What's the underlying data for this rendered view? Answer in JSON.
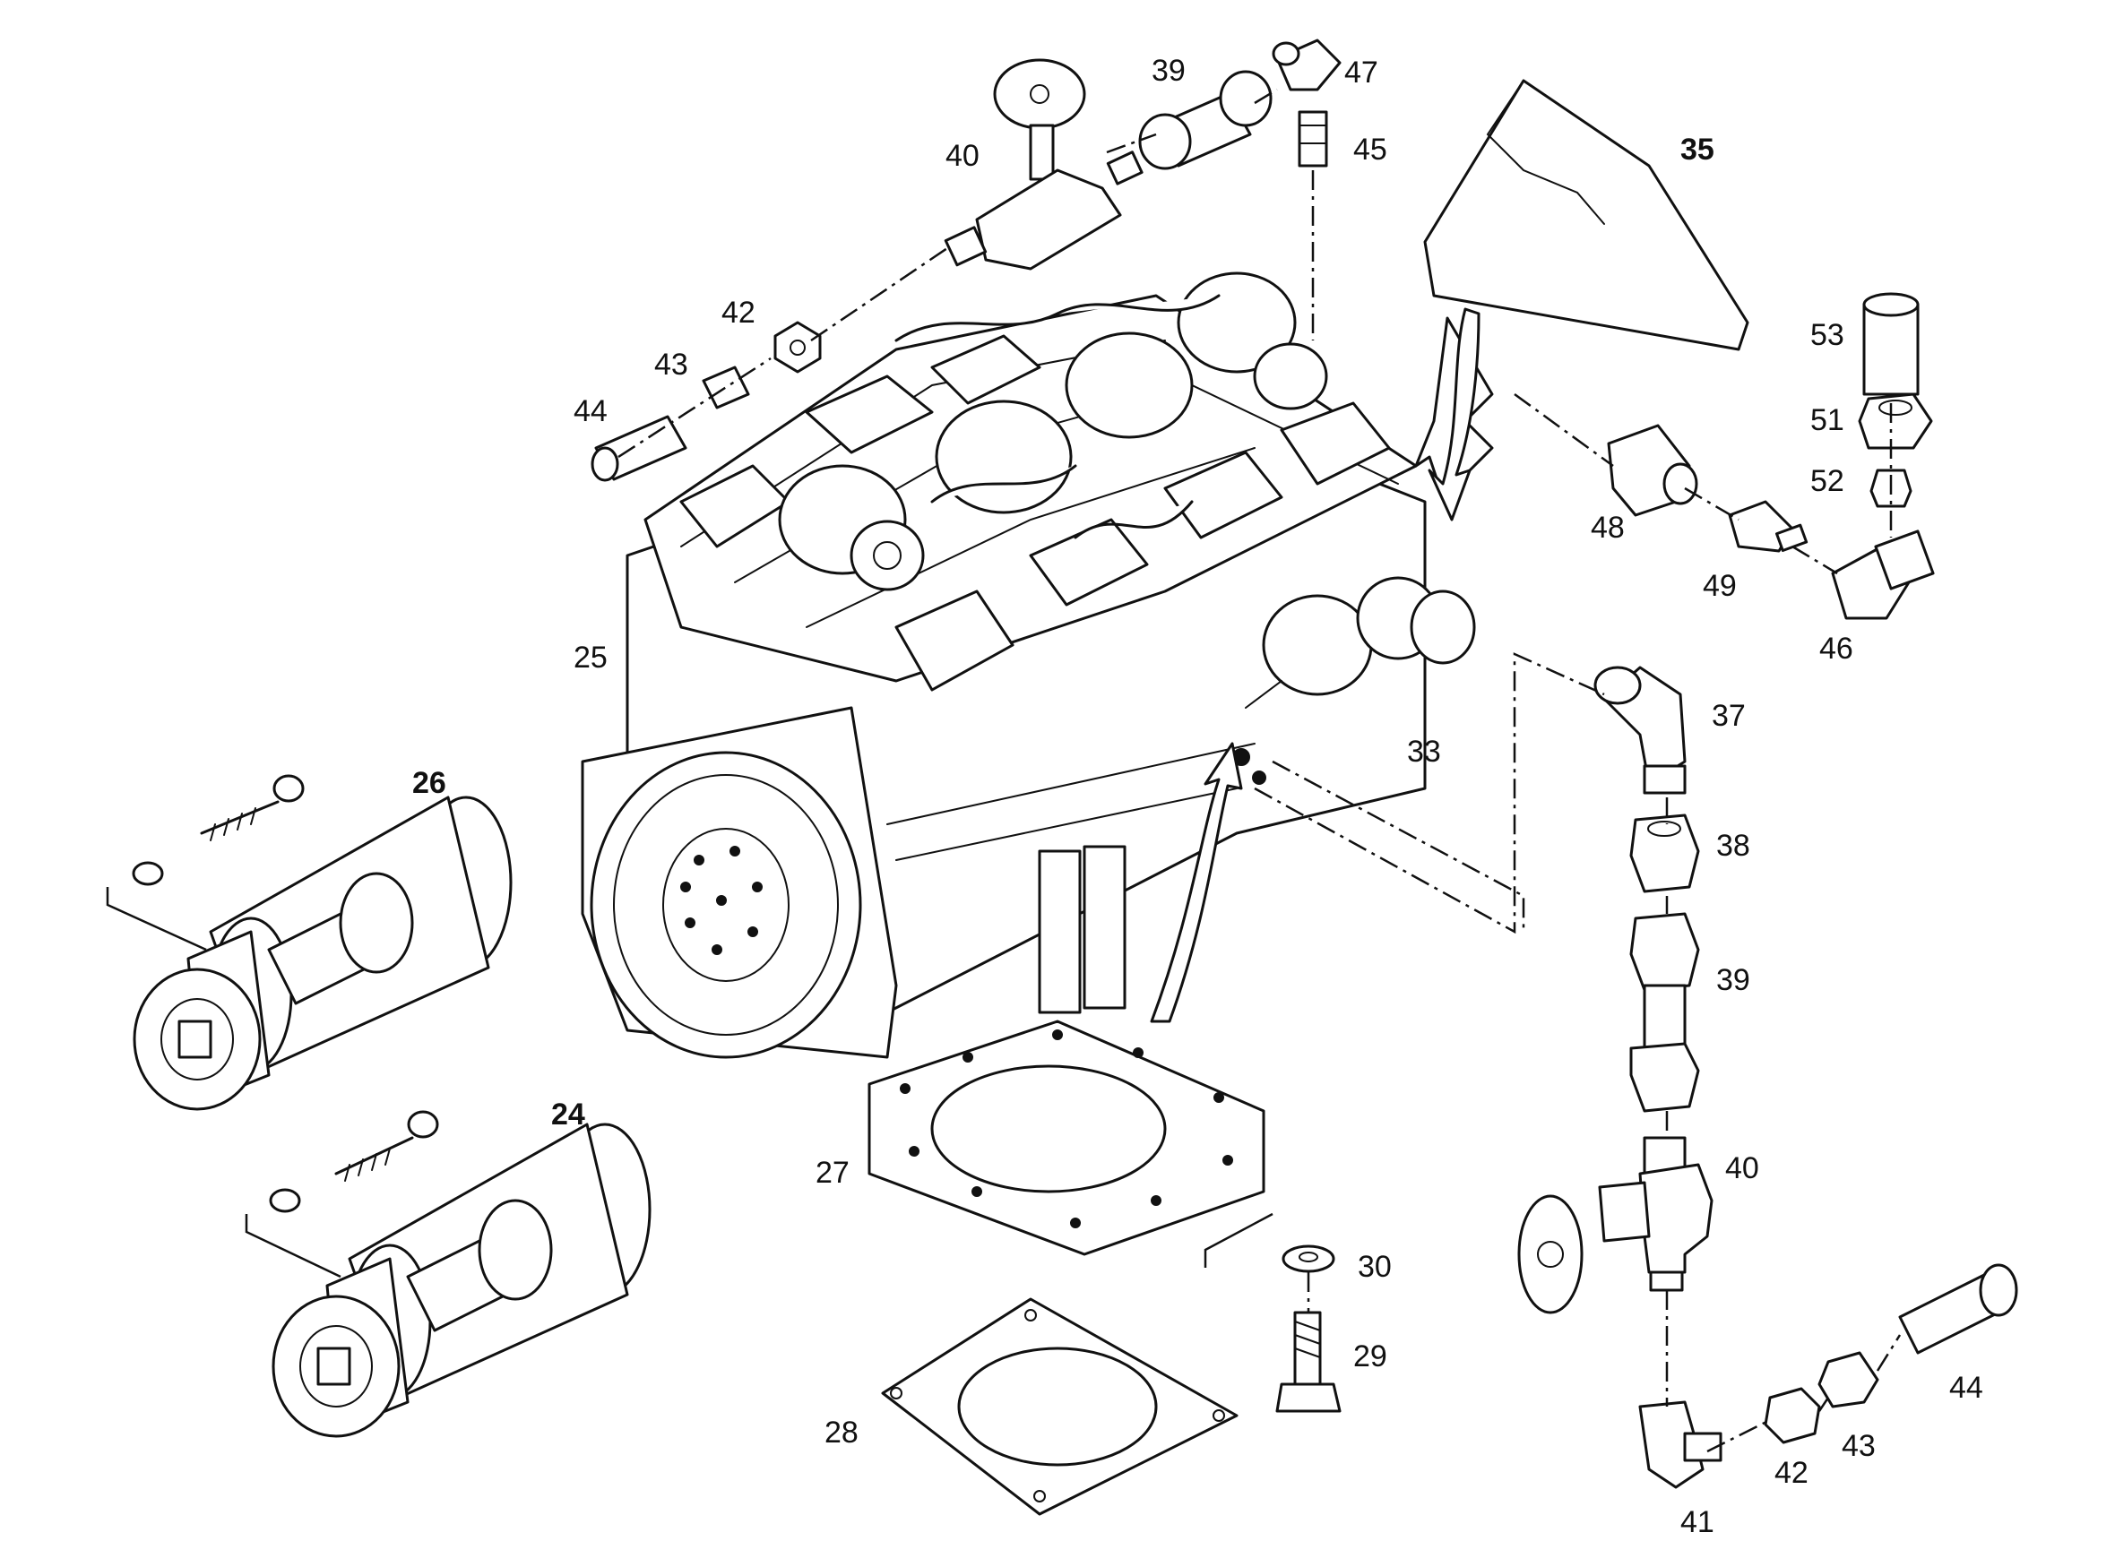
{
  "callouts": {
    "n24": "24",
    "n25": "25",
    "n26": "26",
    "n27": "27",
    "n28": "28",
    "n29": "29",
    "n30": "30",
    "n33": "33",
    "n35": "35",
    "n37": "37",
    "n38": "38",
    "n39_top": "39",
    "n39_right": "39",
    "n40_top": "40",
    "n40_right": "40",
    "n41": "41",
    "n42_top": "42",
    "n42_bottom": "42",
    "n43_top": "43",
    "n43_bottom": "43",
    "n44_top": "44",
    "n44_bottom": "44",
    "n45": "45",
    "n46": "46",
    "n47": "47",
    "n48": "48",
    "n49": "49",
    "n51": "51",
    "n52": "52",
    "n53": "53"
  }
}
